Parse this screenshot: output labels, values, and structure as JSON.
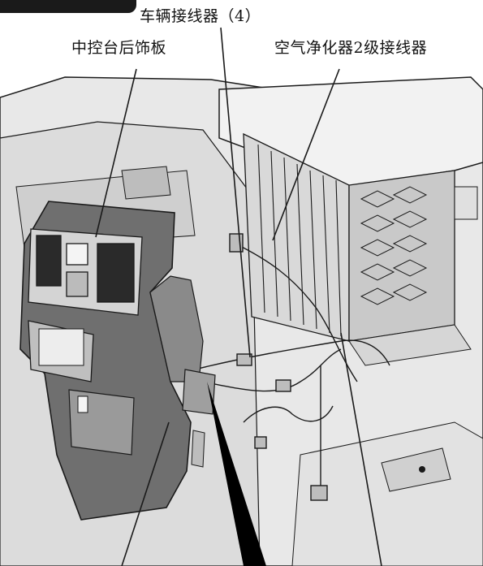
{
  "figure": {
    "labels": {
      "console_trim": "中控台后饰板",
      "vehicle_connector": "车辆接线器（4）",
      "purifier_connector": "空气净化器2级接线器"
    },
    "colors": {
      "background": "#ffffff",
      "line_art": "#1a1a1a",
      "panel_shade": "#d4d4d4",
      "panel_dark": "#6f6f6f",
      "body_light": "#e6e6e6"
    }
  }
}
